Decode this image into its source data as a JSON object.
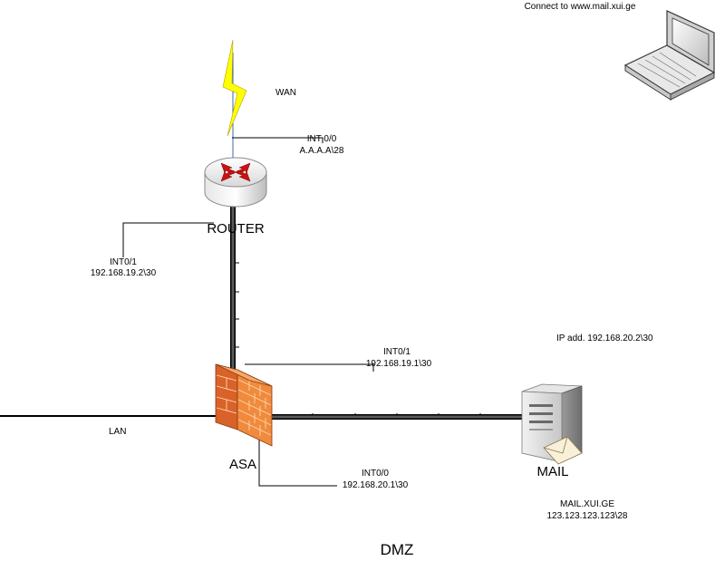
{
  "title": "DMZ",
  "colors": {
    "line": "#000000",
    "cable": "#4a4a4a",
    "lightning": "#ffff00",
    "firewall": "#e8742a",
    "router_arrows": "#cc1111"
  },
  "labels": {
    "laptop_caption": "Connect to www.mail.xui.ge",
    "wan": "WAN",
    "router_int0_0_name": "INT 0/0",
    "router_int0_0_ip": "A.A.A.A\\28",
    "router_name": "ROUTER",
    "router_int0_1_name": "INT0/1",
    "router_int0_1_ip": "192.168.19.2\\30",
    "asa_int0_1_name": "INT0/1",
    "asa_int0_1_ip": "192.168.19.1\\30",
    "mail_ip_addr": "IP add. 192.168.20.2\\30",
    "lan": "LAN",
    "asa_name": "ASA",
    "asa_int0_0_name": "INT0/0",
    "asa_int0_0_ip": "192.168.20.1\\30",
    "mail_name": "MAIL",
    "mail_domain": "MAIL.XUI.GE",
    "mail_public_ip": "123.123.123.123\\28"
  },
  "icons": [
    "lightning-icon",
    "router-icon",
    "firewall-icon",
    "server-icon",
    "laptop-icon",
    "envelope-icon"
  ]
}
